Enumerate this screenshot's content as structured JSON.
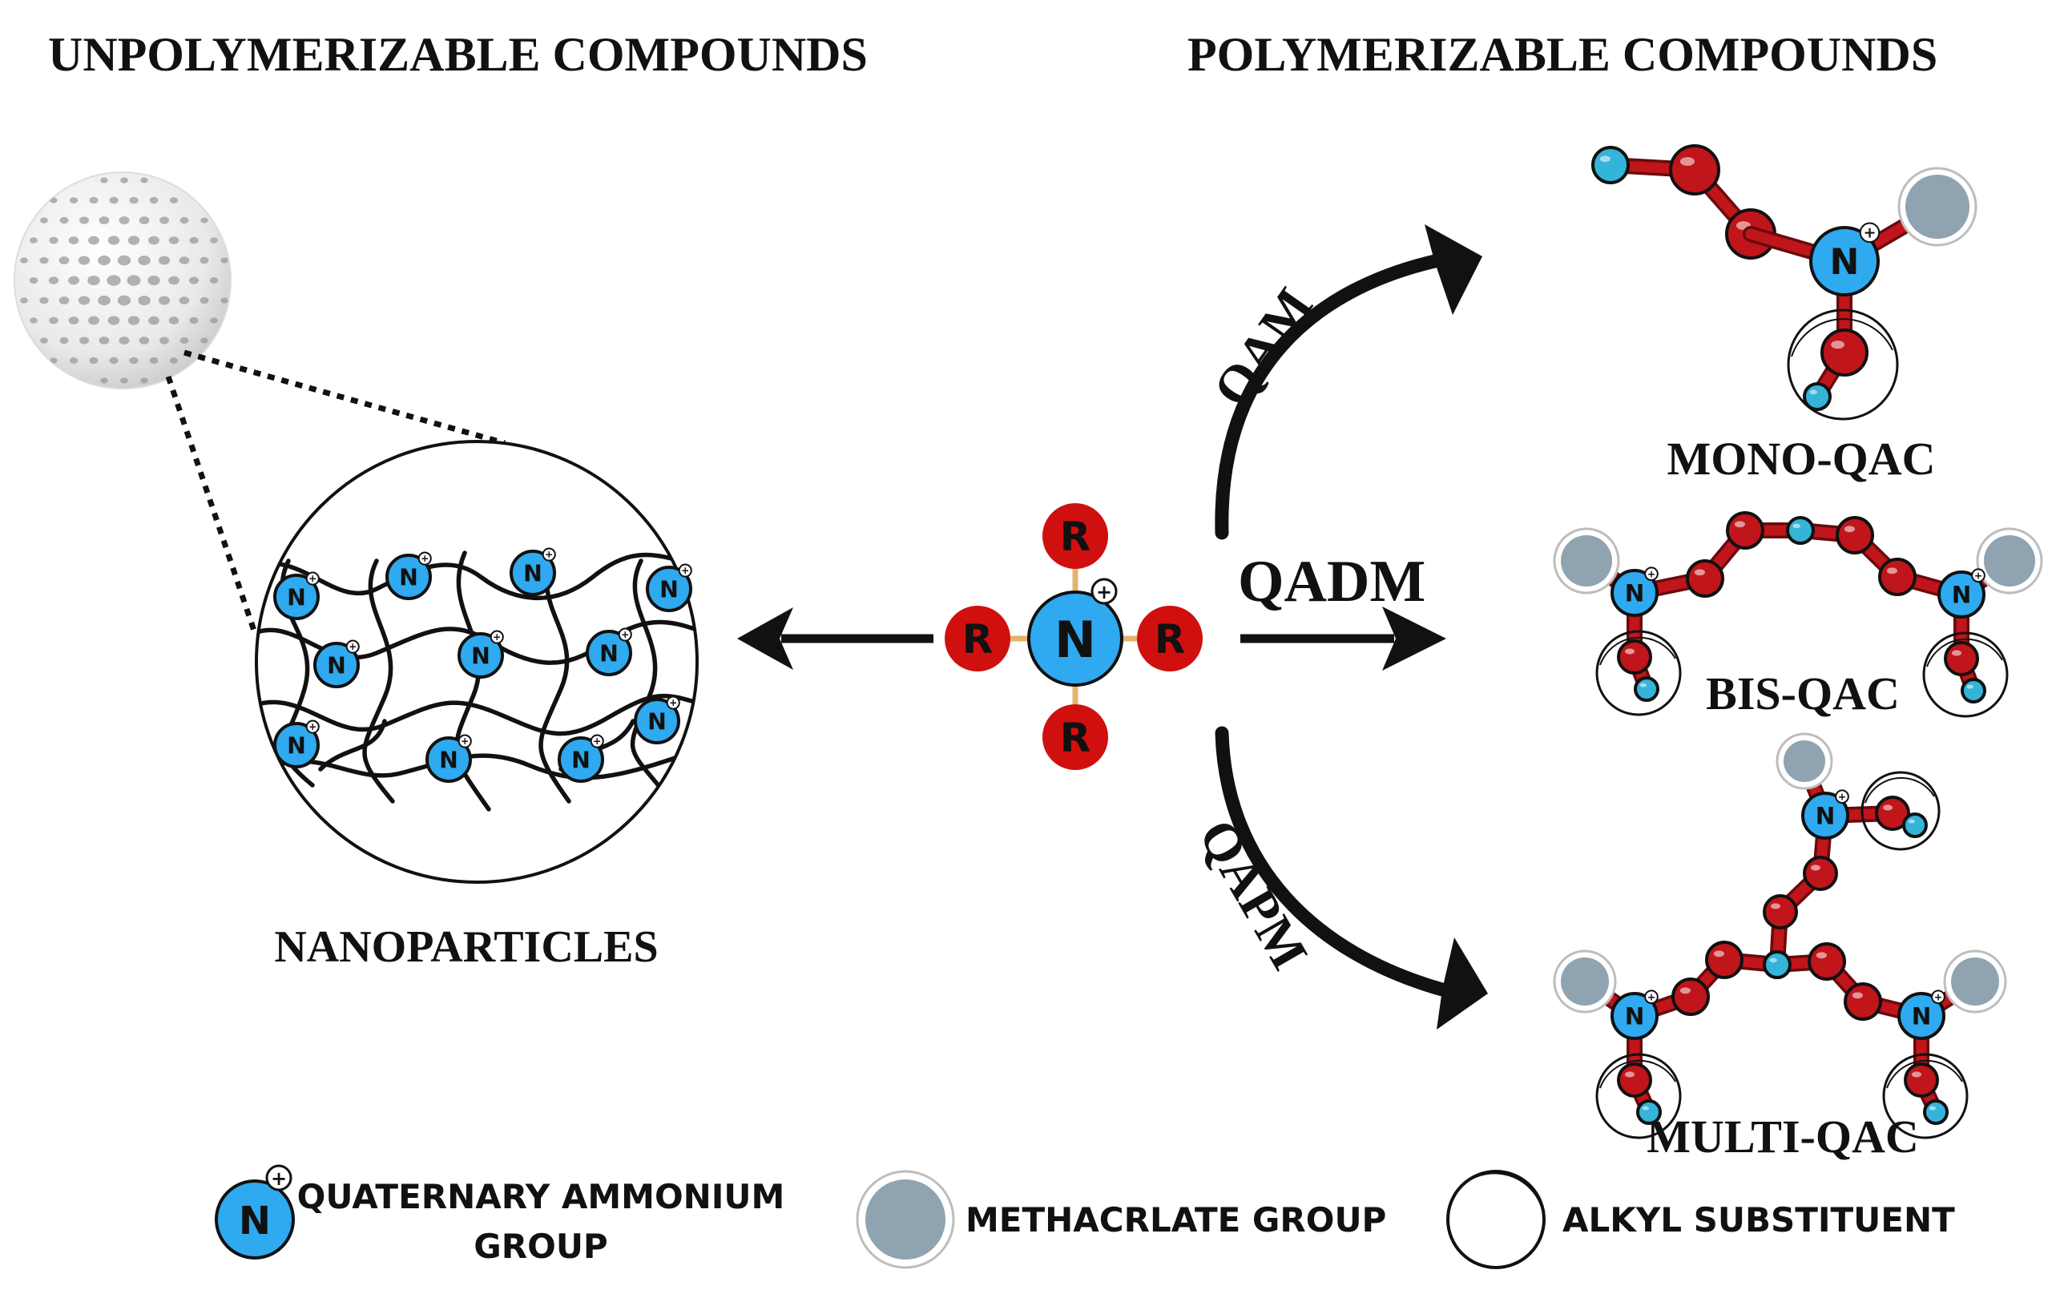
{
  "headings": {
    "left": "UNPOLYMERIZABLE COMPOUNDS",
    "right": "POLYMERIZABLE COMPOUNDS"
  },
  "labels": {
    "nanoparticles": "NANOPARTICLES",
    "mono": "MONO-QAC",
    "bis": "BIS-QAC",
    "multi": "MULTI-QAC"
  },
  "arrows": {
    "top": "QAM",
    "middle": "QADM",
    "bottom": "QAPM"
  },
  "center": {
    "core": "N",
    "substituent": "R",
    "charge": "+"
  },
  "legend": {
    "qa_line1": "QUATERNARY AMMONIUM",
    "qa_line2": "GROUP",
    "methacrylate": "METHACRLATE GROUP",
    "alkyl": "ALKYL SUBSTITUENT"
  },
  "colors": {
    "nitrogen": "#2fa9ef",
    "r_group": "#d00f0f",
    "chain_red": "#c0151b",
    "methacrylate": "#8fa3b1",
    "link_blue": "#34b4d8",
    "ink": "#111111"
  }
}
